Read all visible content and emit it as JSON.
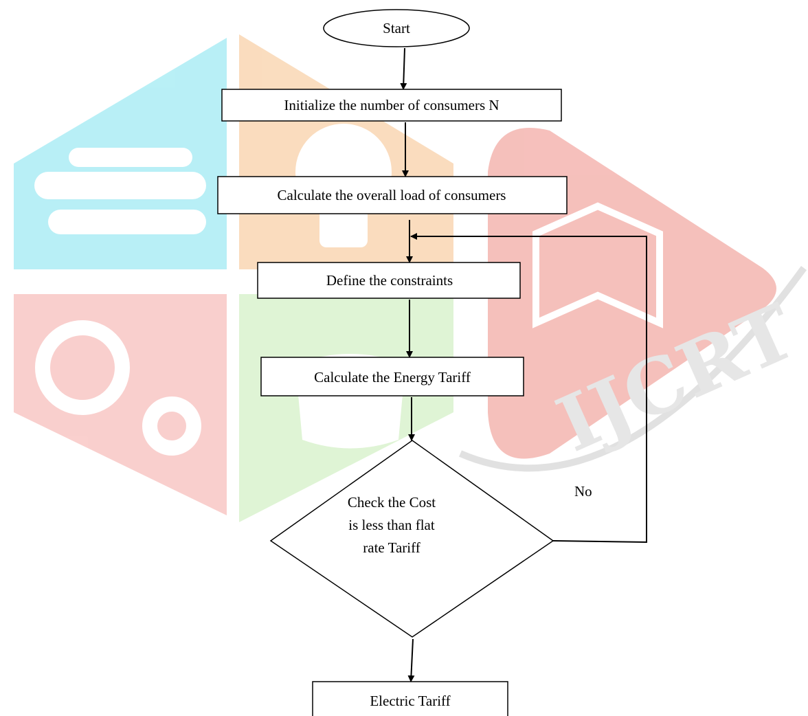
{
  "flowchart": {
    "start": "Start",
    "step1": "Initialize the number of consumers N",
    "step2": "Calculate the overall load of consumers",
    "step3": "Define the constraints",
    "step4": "Calculate the Energy Tariff",
    "decision": [
      "Check the Cost",
      "is less than flat",
      "rate Tariff"
    ],
    "decision_no_label": "No",
    "end": "Electric Tariff"
  },
  "watermark": {
    "text": "IJCRT",
    "colors": {
      "cyan": "#7fe3ef",
      "orange": "#f6c18a",
      "red_left": "#f5a9a5",
      "green": "#c6ecb4",
      "red_play": "#ee8d85",
      "gray": "#c9c9c9"
    }
  }
}
